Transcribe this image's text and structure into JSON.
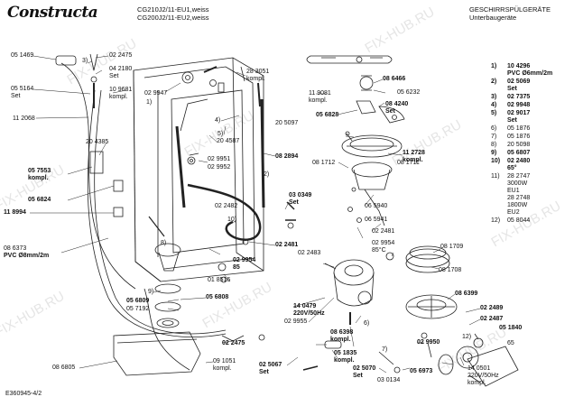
{
  "header": {
    "brand": "Constructa",
    "model_1": "CG210J2/11-EU1,weiss",
    "model_2": "CG200J2/11-EU2,weiss",
    "category": "GESCHIRRSPÜLGERÄTE",
    "subcategory": "Unterbaugeräte"
  },
  "footer": {
    "doc_id": "E360945-4/2"
  },
  "watermark": "FIX-HUB.RU",
  "labels": {
    "l01": "05 1469",
    "l02": "3)",
    "l03": "02 2475",
    "l04": "04 2180",
    "l05": "Set",
    "l06": "05 5164",
    "l07": "Set",
    "l08": "10 9681",
    "l09": "kompl.",
    "l10": "02 9947",
    "l11": "28 3051",
    "l12": "kompl.",
    "l13": "11 2068",
    "l14": "4)",
    "l15": "5)",
    "l16": "1)",
    "l17": "20 5097",
    "l18": "20 4385",
    "l19": "20 4587",
    "l20": "08 2894",
    "l21": "02 9951",
    "l22": "02 9952",
    "l23": "05 7553",
    "l24": "kompl.",
    "l25": "2)",
    "l26": "05 6824",
    "l27": "11 8994",
    "l28": "02 2482",
    "l29": "03 0349",
    "l30": "Set",
    "l31": "10)",
    "l32": "8)",
    "l33": "02 2481",
    "l34": "08 6373",
    "l35": "PVC Ø8mm/2m",
    "l36": "02 9954",
    "l37": "85",
    "l38": "01 8516",
    "l39": "9)",
    "l40": "05 6809",
    "l41": "05 7192",
    "l42": "05 6808",
    "l43": "02 2475",
    "l44": "08 6805",
    "l45": "09 1051",
    "l46": "kompl.",
    "l47": "02 5067",
    "l48": "Set",
    "l49": "11 9081",
    "l50": "kompl.",
    "l51": "08 6466",
    "l52": "05 6232",
    "l53": "08 4240",
    "l54": "Set",
    "l55": "05 6828",
    "l56": "11 2728",
    "l57": "kompl.",
    "l58": "08 1712",
    "l59": "08 1711",
    "l60": "06 5940",
    "l61": "06 5941",
    "l62": "02 2481",
    "l63": "02 9954",
    "l64": "85°C",
    "l65": "02 2483",
    "l66": "08 1709",
    "l67": "14 0479",
    "l68": "220V/50Hz",
    "l69": "08 1708",
    "l70": "02 9955",
    "l71": "08 6398",
    "l72": "kompl.",
    "l73": "6)",
    "l74": "08 6399",
    "l75": "7)",
    "l76": "02 2489",
    "l77": "02 2487",
    "l78": "05 1840",
    "l79": "12)",
    "l80": "05 1835",
    "l81": "kompl.",
    "l82": "02 5070",
    "l83": "Set",
    "l84": "02 9950",
    "l85": "05 6973",
    "l86": "03 0134",
    "l87": "14 0501",
    "l88": "220V/50Hz",
    "l89": "kompl.",
    "l90": "65"
  },
  "legend": [
    {
      "n": "1)",
      "lines": [
        "10 4296",
        "PVC Ø6mm/2m"
      ],
      "bold": true
    },
    {
      "n": "2)",
      "lines": [
        "02 5069",
        "Set"
      ],
      "bold": true
    },
    {
      "n": "3)",
      "lines": [
        "02 7375"
      ],
      "bold": true
    },
    {
      "n": "4)",
      "lines": [
        "02 9948"
      ],
      "bold": true
    },
    {
      "n": "5)",
      "lines": [
        "02 9017",
        "Set"
      ],
      "bold": true
    },
    {
      "n": "6)",
      "lines": [
        "05 1876"
      ],
      "bold": false
    },
    {
      "n": "7)",
      "lines": [
        "05 1876"
      ],
      "bold": false
    },
    {
      "n": "8)",
      "lines": [
        "20 5098"
      ],
      "bold": false
    },
    {
      "n": "9)",
      "lines": [
        "05 6807"
      ],
      "bold": true
    },
    {
      "n": "10)",
      "lines": [
        "02 2480",
        "65°"
      ],
      "bold": true
    },
    {
      "n": "11)",
      "lines": [
        "28 2747",
        "3000W",
        "EU1",
        "28 2748",
        "1800W",
        "EU2"
      ],
      "bold": false
    },
    {
      "n": "12)",
      "lines": [
        "05 8044"
      ],
      "bold": false
    }
  ]
}
